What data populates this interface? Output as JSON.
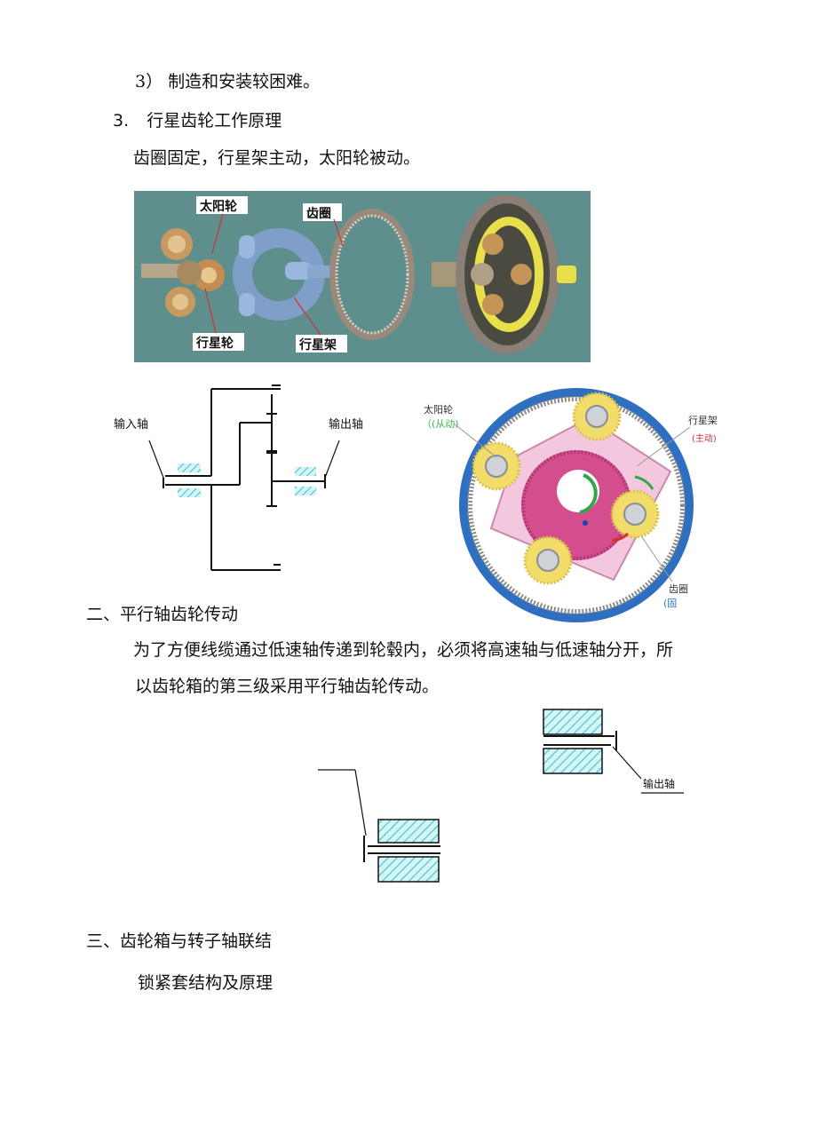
{
  "lines": {
    "item3_paren": "3） 制造和安装较困难。",
    "heading3": "3.",
    "heading3_text": "行星齿轮工作原理",
    "principle": "齿圈固定，行星架主动，太阳轮被动。",
    "section2": "二、平行轴齿轮传动",
    "para2_line1": "为了方便线缆通过低速轴传递到轮毂内，必须将高速轴与低速轴分开，所",
    "para2_line2": "以齿轮箱的第三级采用平行轴齿轮传动。",
    "section3": "三、齿轮箱与转子轴联结",
    "sub3": "锁紧套结构及原理"
  },
  "photo_labels": {
    "sun": "太阳轮",
    "ring": "齿圈",
    "planet": "行星轮",
    "carrier": "行星架"
  },
  "schematic_labels": {
    "input": "输入轴",
    "output": "输出轴"
  },
  "diagram_labels": {
    "sun": "太阳轮",
    "sun_note": "（(从动)",
    "carrier": "行星架",
    "carrier_note": "(主动)",
    "ring": "齿圈",
    "ring_note": "(固"
  },
  "parallel_labels": {
    "output": "输出轴"
  },
  "colors": {
    "photo_bg": "#5f8f8c",
    "ring_blue": "#2f6fc0",
    "carrier_pink": "#e7a0c8",
    "sun_magenta": "#d44d8c",
    "gear_yellow": "#f2dc6a",
    "hatch_cyan": "#38c4cf"
  }
}
